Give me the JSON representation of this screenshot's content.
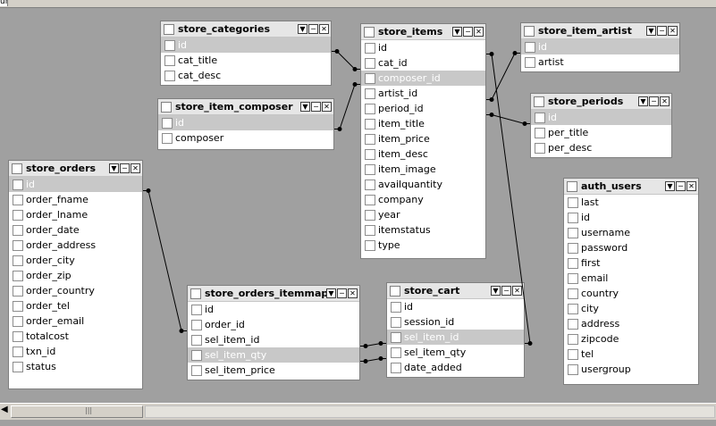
{
  "window": {
    "top_left_caption": "ur",
    "control_glyphs": {
      "dropdown": "▼",
      "minimize": "─",
      "close": "✕"
    }
  },
  "tables": [
    {
      "name": "store_categories",
      "fields": [
        "id",
        "cat_title",
        "cat_desc"
      ],
      "selected_field": "id"
    },
    {
      "name": "store_item_composer",
      "fields": [
        "id",
        "composer"
      ],
      "selected_field": "id"
    },
    {
      "name": "store_items",
      "fields": [
        "id",
        "cat_id",
        "composer_id",
        "artist_id",
        "period_id",
        "item_title",
        "item_price",
        "item_desc",
        "item_image",
        "availquantity",
        "company",
        "year",
        "itemstatus",
        "type"
      ],
      "selected_field": "composer_id"
    },
    {
      "name": "store_item_artist",
      "fields": [
        "id",
        "artist"
      ],
      "selected_field": "id"
    },
    {
      "name": "store_periods",
      "fields": [
        "id",
        "per_title",
        "per_desc"
      ],
      "selected_field": "id"
    },
    {
      "name": "store_orders",
      "fields": [
        "id",
        "order_fname",
        "order_lname",
        "order_date",
        "order_address",
        "order_city",
        "order_zip",
        "order_country",
        "order_tel",
        "order_email",
        "totalcost",
        "txn_id",
        "status"
      ],
      "selected_field": "id"
    },
    {
      "name": "auth_users",
      "fields": [
        "last",
        "id",
        "username",
        "password",
        "first",
        "email",
        "country",
        "city",
        "address",
        "zipcode",
        "tel",
        "usergroup"
      ],
      "selected_field": ""
    },
    {
      "name": "store_orders_itemmap",
      "fields": [
        "id",
        "order_id",
        "sel_item_id",
        "sel_item_qty",
        "sel_item_price"
      ],
      "selected_field": "sel_item_qty"
    },
    {
      "name": "store_cart",
      "fields": [
        "id",
        "session_id",
        "sel_item_id",
        "sel_item_qty",
        "date_added"
      ],
      "selected_field": "sel_item_id"
    }
  ],
  "relationships": [
    {
      "from": "store_categories.id",
      "to": "store_items.cat_id"
    },
    {
      "from": "store_item_composer.id",
      "to": "store_items.composer_id"
    },
    {
      "from": "store_items.artist_id",
      "to": "store_item_artist.id"
    },
    {
      "from": "store_items.period_id",
      "to": "store_periods.id"
    },
    {
      "from": "store_items.id",
      "to": "store_cart.sel_item_id"
    },
    {
      "from": "store_orders.id",
      "to": "store_orders_itemmap.order_id"
    },
    {
      "from": "store_orders_itemmap.sel_item_id",
      "to": "store_cart.sel_item_id"
    },
    {
      "from": "store_orders_itemmap.sel_item_qty",
      "to": "store_cart.sel_item_qty"
    }
  ],
  "colors": {
    "canvas": "#a0a0a0",
    "table_header": "#e6e6e6",
    "selected_row": "#c8c8c8",
    "link": "#000000"
  }
}
